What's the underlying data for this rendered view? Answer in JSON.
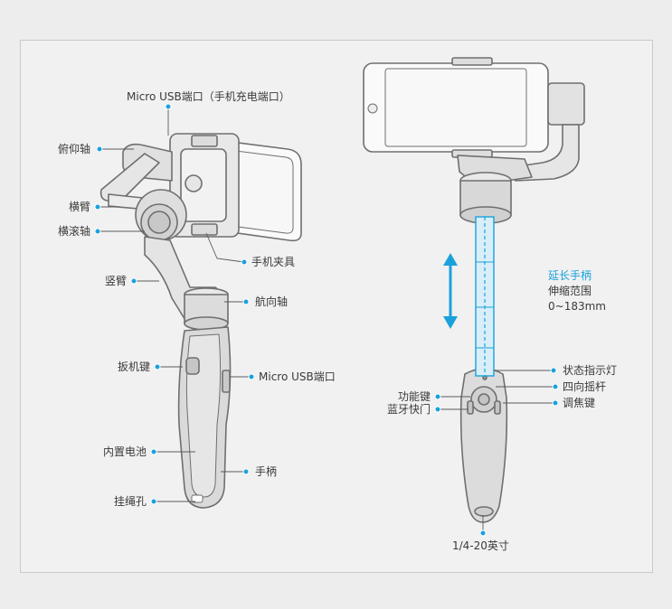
{
  "labels": {
    "micro_usb_top": "Micro USB端口（手机充电端口）",
    "pitch_axis": "俯仰轴",
    "cross_arm": "横臂",
    "roll_axis": "横滚轴",
    "phone_clamp": "手机夹具",
    "vertical_arm": "竖臂",
    "pan_axis": "航向轴",
    "trigger": "扳机键",
    "micro_usb_side": "Micro USB端口",
    "battery": "内置电池",
    "handle": "手柄",
    "lanyard_hole": "挂绳孔",
    "extend_handle": "延长手柄",
    "extend_range": "伸缩范围",
    "extend_range_value": "0~183mm",
    "status_light": "状态指示灯",
    "joystick": "四向摇杆",
    "focus_key": "调焦键",
    "function_key": "功能键",
    "bt_shutter": "蓝牙快门",
    "thread": "1/4-20英寸"
  },
  "colors": {
    "accent": "#1aa1dc",
    "line": "#5a5a5a",
    "device": "#7a7a7a"
  }
}
